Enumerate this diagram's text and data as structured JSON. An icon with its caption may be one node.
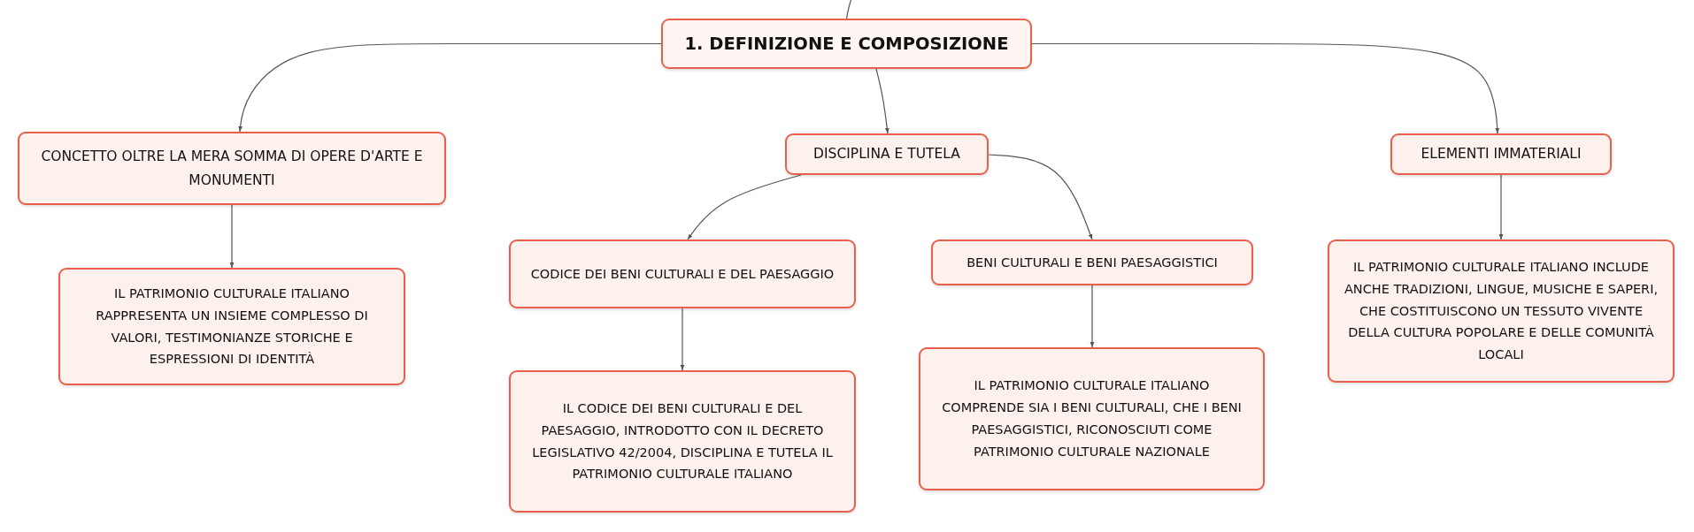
{
  "diagram": {
    "nodes": [
      {
        "text": [
          "1. DEFINIZIONE E COMPOSIZIONE"
        ]
      },
      {
        "text": [
          "CONCETTO OLTRE LA MERA SOMMA DI OPERE D'ARTE E MONUMENTI"
        ]
      },
      {
        "text": [
          "DISCIPLINA E TUTELA"
        ]
      },
      {
        "text": [
          "ELEMENTI IMMATERIALI"
        ]
      },
      {
        "text": [
          "IL PATRIMONIO CULTURALE ITALIANO RAPPRESENTA UN INSIEME COMPLESSO DI VALORI, TESTIMONIANZE STORICHE E ESPRESSIONI DI IDENTITÀ"
        ]
      },
      {
        "text": [
          "CODICE DEI BENI CULTURALI E DEL PAESAGGIO"
        ]
      },
      {
        "text": [
          "BENI CULTURALI E BENI PAESAGGISTICI"
        ]
      },
      {
        "text": [
          "IL CODICE DEI BENI CULTURALI E DEL PAESAGGIO, INTRODOTTO CON IL DECRETO LEGISLATIVO 42/2004, DISCIPLINA E TUTELA IL PATRIMONIO CULTURALE ITALIANO"
        ]
      },
      {
        "text": [
          "IL PATRIMONIO CULTURALE ITALIANO COMPRENDE SIA I BENI CULTURALI, CHE I BENI PAESAGGISTICI, RICONOSCIUTI COME PATRIMONIO CULTURALE NAZIONALE"
        ]
      },
      {
        "text": [
          "IL PATRIMONIO CULTURALE ITALIANO INCLUDE ANCHE TRADIZIONI, LINGUE, MUSICHE E SAPERI, CHE COSTITUISCONO UN TESSUTO VIVENTE DELLA CULTURA POPOLARE E DELLE COMUNITÀ LOCALI"
        ]
      }
    ],
    "edges": [
      {
        "from": 0,
        "to": 1,
        "arrow": "to"
      },
      {
        "from": 0,
        "to": 2,
        "arrow": "to"
      },
      {
        "from": 0,
        "to": 3,
        "arrow": "to"
      },
      {
        "from": 1,
        "to": 4,
        "arrow": "to"
      },
      {
        "from": 2,
        "to": 5,
        "arrow": "to"
      },
      {
        "from": 2,
        "to": 6,
        "arrow": "to"
      },
      {
        "from": 3,
        "to": 9,
        "arrow": "to"
      },
      {
        "from": 5,
        "to": 7,
        "arrow": "to"
      },
      {
        "from": 6,
        "to": 8,
        "arrow": "to"
      },
      {
        "from": null,
        "to": 0,
        "arrow": "none"
      }
    ]
  }
}
